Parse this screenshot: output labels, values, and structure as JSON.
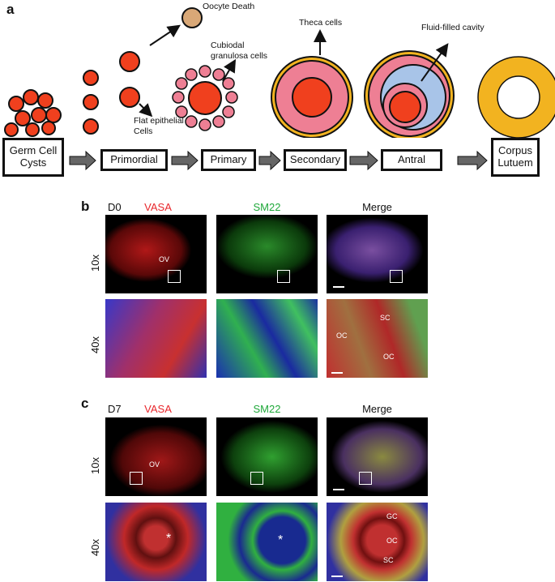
{
  "panel_a": {
    "label": "a",
    "stages": [
      "Germ Cell\nCysts",
      "Primordial",
      "Primary",
      "Secondary",
      "Antral",
      "Corpus\nLutuem"
    ],
    "annotations": {
      "oocyte_death": "Oocyte Death",
      "cuboidal": "Cubiodal\ngranulosa cells",
      "flat": "Flat epithelial\nCells",
      "theca": "Theca cells",
      "fluid": "Fluid-filled cavity"
    }
  },
  "panel_b": {
    "label": "b",
    "day": "D0",
    "columns": [
      "VASA",
      "SM22",
      "Merge"
    ],
    "rows": [
      "10x",
      "40x"
    ],
    "marks": {
      "ov": "OV",
      "oc1": "OC",
      "oc2": "OC",
      "sc": "SC"
    }
  },
  "panel_c": {
    "label": "c",
    "day": "D7",
    "columns": [
      "VASA",
      "SM22",
      "Merge"
    ],
    "rows": [
      "10x",
      "40x"
    ],
    "marks": {
      "ov": "OV",
      "star": "*",
      "gc": "GC",
      "oc": "OC",
      "sc": "SC"
    }
  },
  "colors": {
    "vasa": "#e8262b",
    "sm22": "#1fa83a",
    "oocyte": "#f0401e",
    "granulosa": "#ee7f94",
    "theca": "#f2b320",
    "fluid": "#a8c4e8"
  }
}
